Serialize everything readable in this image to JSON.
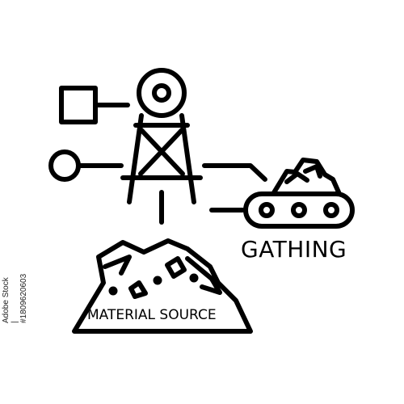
{
  "labels": {
    "gathering": "GATHING",
    "material_source": "MATERIAL SOURCE"
  },
  "stock_id": "Adobe Stock | #1809620603",
  "colors": {
    "ink": "#000000",
    "background": "#ffffff"
  },
  "icons": [
    "tower-icon",
    "square-node-icon",
    "circle-node-icon",
    "conveyor-icon",
    "ore-pile-icon"
  ]
}
